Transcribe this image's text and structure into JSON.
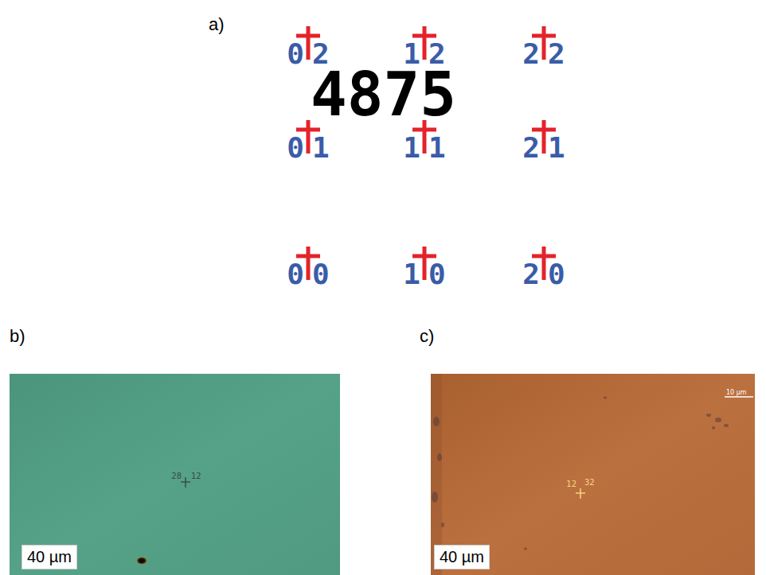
{
  "diagram": {
    "nodes": [
      {
        "text": [
          "28",
          "12"
        ]
      },
      {
        "text": [
          "40 µm"
        ],
        "in": 0
      },
      {
        "text": [
          "12",
          "32",
          "10 µm"
        ]
      },
      {
        "text": [
          "40 µm"
        ],
        "in": 2
      }
    ],
    "labels": [
      "a)",
      "0",
      "2",
      "1",
      "2",
      "2",
      "2",
      "4875",
      "0",
      "1",
      "1",
      "1",
      "2",
      "1",
      "0",
      "0",
      "1",
      "0",
      "2",
      "0",
      "b)",
      "c)"
    ]
  }
}
